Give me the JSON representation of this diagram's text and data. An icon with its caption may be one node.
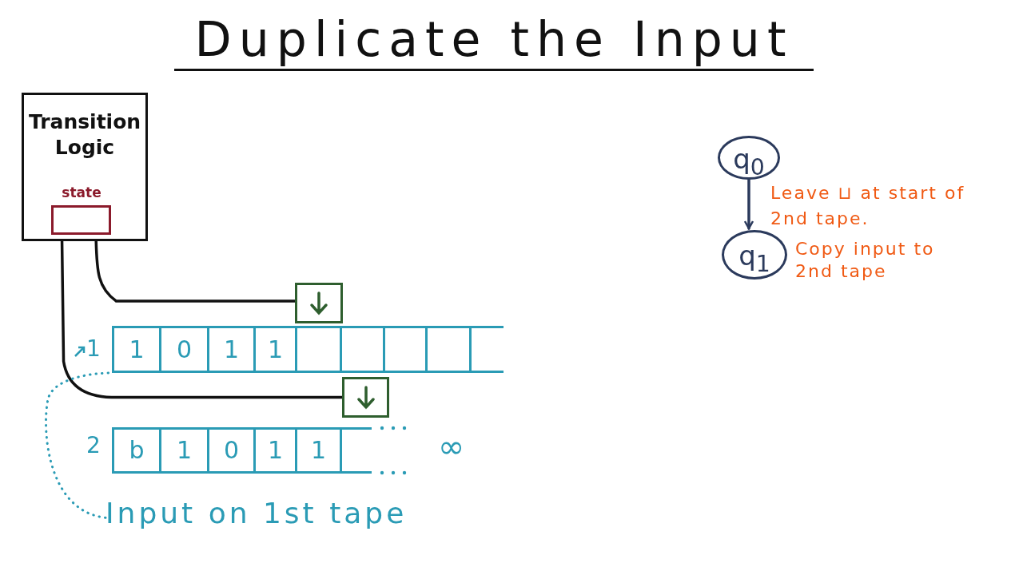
{
  "diagram": {
    "title": "Duplicate the Input",
    "nodes": [
      {
        "text": [
          "Transition Logic"
        ]
      },
      {
        "text": [
          "state"
        ],
        "in": 0
      },
      {
        "text": [],
        "shape": "box"
      },
      {
        "text": [
          "1",
          "0",
          "1",
          "1"
        ]
      },
      {
        "text": [],
        "shape": "box"
      },
      {
        "text": [
          "b",
          "1",
          "0",
          "1",
          "1"
        ]
      },
      {
        "text": [
          "Input on 1st tape"
        ]
      },
      {
        "text": [
          "q$_{0}$"
        ]
      },
      {
        "text": [
          "q$_{1}$"
        ],
        "beside": [
          "Copy input to 2nd tape"
        ]
      }
    ],
    "edges": [
      {
        "from": 0,
        "to": 2,
        "arrow": "none"
      },
      {
        "from": 0,
        "to": 4,
        "arrow": "none"
      },
      {
        "from": 6,
        "to": 3,
        "arrow": "none",
        "style": "dashed",
        "color": "#2a9bb5"
      },
      {
        "from": 7,
        "to": 8,
        "arrow": "to",
        "label": "Leave ⊔ at start of 2nd tape.",
        "color": "#2b3a5c"
      }
    ],
    "labels": [
      "1",
      "2",
      "∞"
    ]
  }
}
